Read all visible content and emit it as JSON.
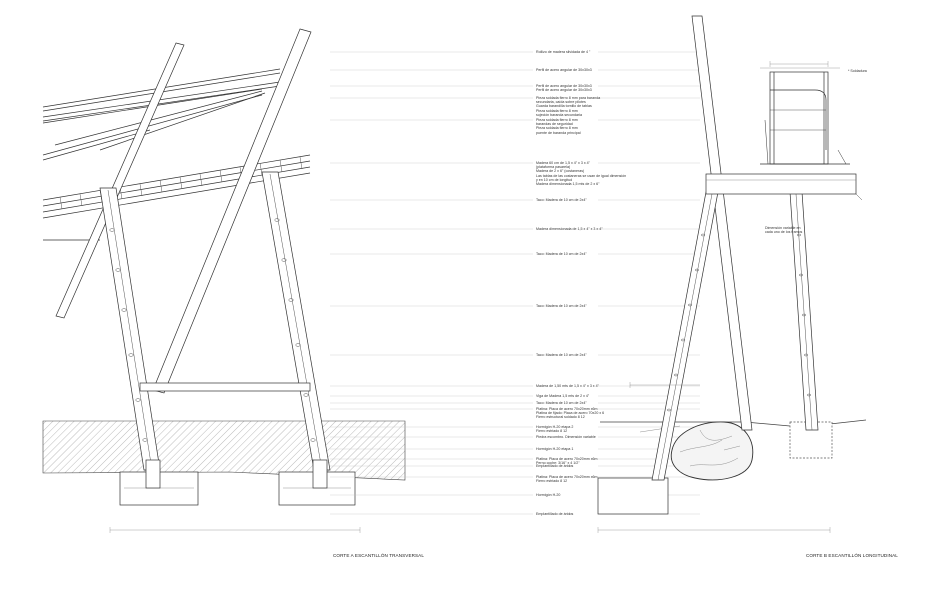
{
  "sheet": {
    "caption_left": "CORTE A ESCANTILLÓN TRANSVERSAL",
    "caption_right": "CORTE B ESCANTILLÓN LONGITUDINAL",
    "note_top_right": "* Soldadura",
    "note_dimension": "Dimensión variable en\ncada uno de los tramos"
  },
  "labels": [
    "Rollizo de madera silvidada de 4 \"",
    "Perfil de acero angular de 30x30x3",
    "Perfil de acero angular de 30x30x3\nPerfil de acero angular de 30x30x3",
    "Pieza soldada fierro 8 mm para baranda\nsecundaria, caída sobre pilotes\nGuarda barandilla tornillo de tablas\nPieza soldada fierro 8 mm\nsujeción baranda secundaria",
    "Pieza soldada fierro 8 mm\nbarandas de seguridad\nPieza soldada fierro 8 mm\npuente de baranda principal",
    "Madera 60 cm de 1,5 x 4\" x 3 x 4\"\n(plataforma pasarela)\nMadera de 2 x 6\" (costaneras)\nLas tablas de las costaneras se usan de igual dimensión\ny en 10 cm de longitud\nMadera dimensionada 1,5 mts de 2 x 6\"",
    "Taco: Madera de 10 cm de 2x4\"",
    "Madera dimensionada de 1,5 x 4\" x 3 x 4\"",
    "Taco: Madera de 10 cm de 2x4\"",
    "Taco: Madera de 10 cm de 2x4\"",
    "Taco: Madera de 10 cm de 2x4\"",
    "Madera de 1,50 mts de 1,5 x 4\" x 3 x 4\"",
    "Viga de Madera 1,5 mts de 2 x 4\"",
    "Taco: Madera de 10 cm de 2x4\"",
    "Platina: Placa de acero 70x20mm x6m\nPlatina de fijado: Placa de acero 70x20 x 6\nFierro estructural soldado 8 12",
    "Hormigón H-20 etapa 2\nFierro estriado 8 12",
    "Piedra escombro. Dimensión variable",
    "Hormigón H-20 etapa 1",
    "Platina: Placa de acero 70x20mm x6m\nPerno coche: 3/16\" x 4 1/2\"",
    "Emplantillado de áridos",
    "Platina: Placa de acero 70x20mm x6m\nFierro estriado 8 12",
    "Hormigón H-20",
    "Emplantillado de áridos"
  ]
}
